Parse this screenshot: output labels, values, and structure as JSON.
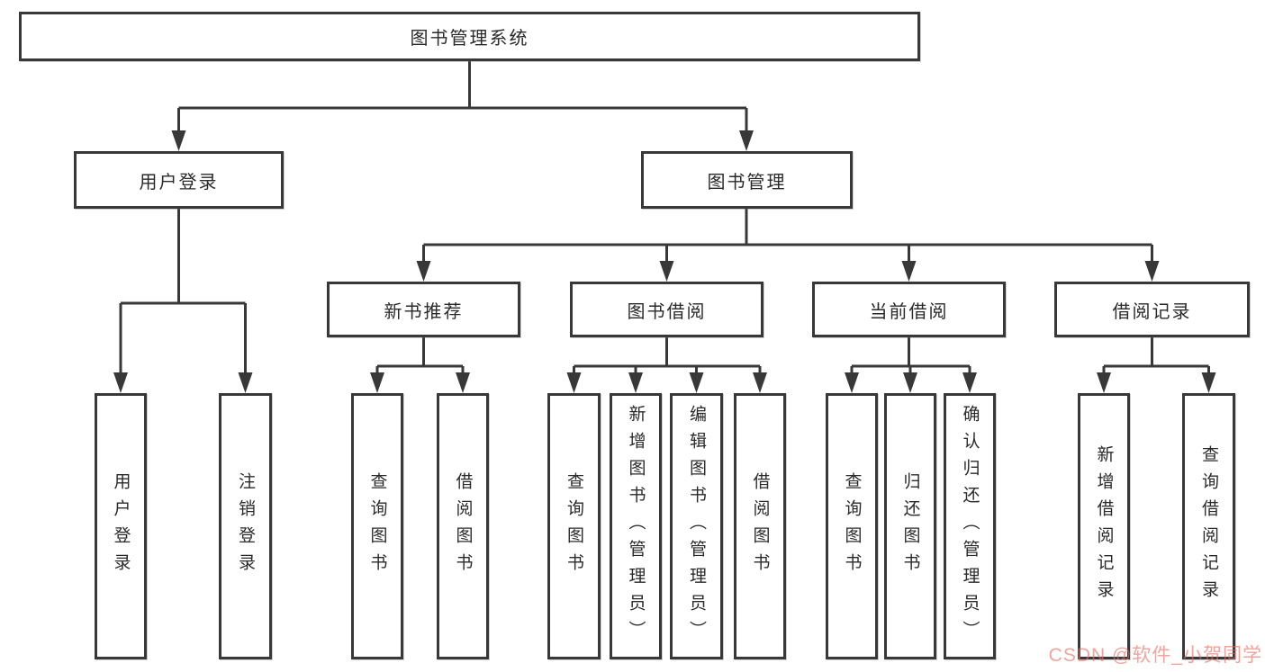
{
  "diagram": {
    "title": "图书管理系统",
    "root": {
      "label": "图书管理系统"
    },
    "level2": [
      {
        "label": "用户登录"
      },
      {
        "label": "图书管理"
      }
    ],
    "level3": [
      {
        "label": "新书推荐"
      },
      {
        "label": "图书借阅"
      },
      {
        "label": "当前借阅"
      },
      {
        "label": "借阅记录"
      }
    ],
    "leaves": [
      {
        "label": "用户登录"
      },
      {
        "label": "注销登录"
      },
      {
        "label": "查询图书"
      },
      {
        "label": "借阅图书"
      },
      {
        "label": "查询图书"
      },
      {
        "label": "新增图书（管理员）"
      },
      {
        "label": "编辑图书（管理员）"
      },
      {
        "label": "借阅图书"
      },
      {
        "label": "查询图书"
      },
      {
        "label": "归还图书"
      },
      {
        "label": "确认归还（管理员）"
      },
      {
        "label": "新增借阅记录"
      },
      {
        "label": "查询借阅记录"
      }
    ]
  },
  "watermark": {
    "text": "CSDN @软件_小贺同学"
  },
  "colors": {
    "line": "#383838",
    "box_background": "#ffffff",
    "text": "#2a2a2a",
    "watermark": "#e96a60"
  }
}
